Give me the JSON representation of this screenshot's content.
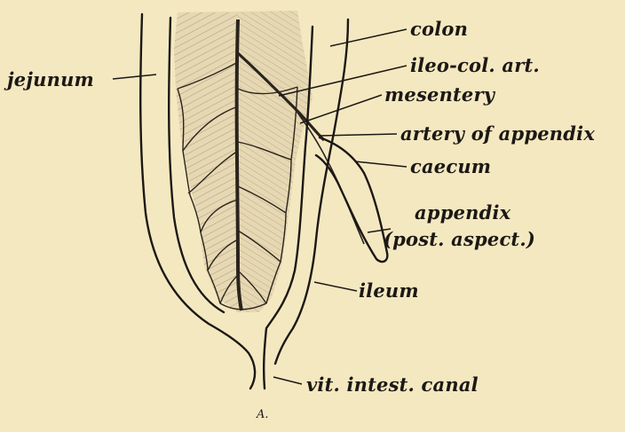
{
  "figure": {
    "caption": "A.",
    "labels": {
      "colon": "colon",
      "ileo_col_art": "ileo-col. art.",
      "mesentery": "mesentery",
      "artery_of_appendix": "artery of appendix",
      "caecum": "caecum",
      "appendix": "appendix",
      "post_aspect": "(post. aspect.)",
      "jejunum": "jejunum",
      "ileum": "ileum",
      "vit_intest_canal": "vit. intest. canal"
    }
  },
  "colors": {
    "background": "#f4e8c1",
    "ink": "#1c1814",
    "mesentery_fill": "#e6d8b2"
  }
}
